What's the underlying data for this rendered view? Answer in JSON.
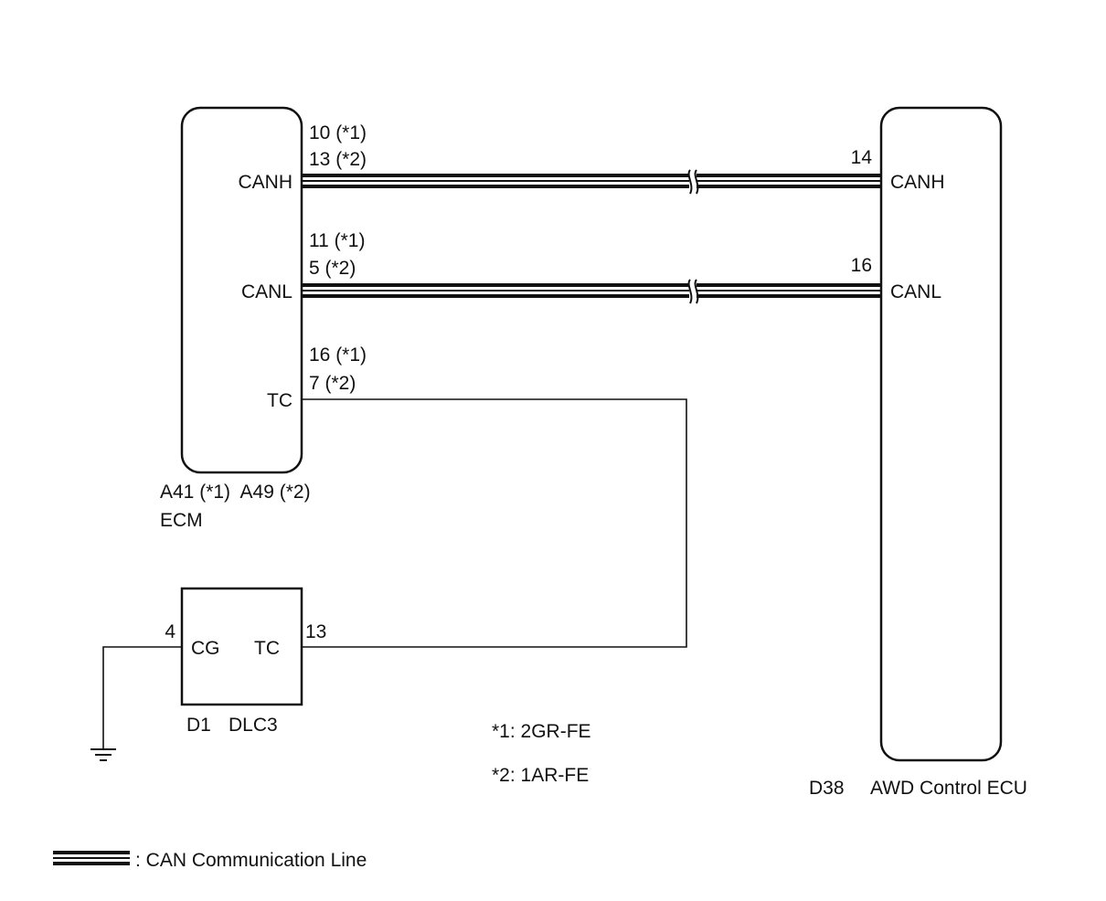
{
  "ecm": {
    "pin_canh_1": "10 (*1)",
    "pin_canh_2": "13 (*2)",
    "canh": "CANH",
    "pin_canl_1": "11 (*1)",
    "pin_canl_2": "5 (*2)",
    "canl": "CANL",
    "pin_tc_1": "16 (*1)",
    "pin_tc_2": "7 (*2)",
    "tc": "TC",
    "code": "A41 (*1)  A49 (*2)",
    "name": "ECM"
  },
  "awd": {
    "pin_canh": "14",
    "canh": "CANH",
    "pin_canl": "16",
    "canl": "CANL",
    "code": "D38",
    "name": "AWD Control ECU"
  },
  "dlc": {
    "pin_cg": "4",
    "cg": "CG",
    "tc": "TC",
    "pin_tc": "13",
    "code": "D1",
    "name": "DLC3"
  },
  "notes": {
    "note1": "*1: 2GR-FE",
    "note2": "*2: 1AR-FE"
  },
  "legend": {
    "can_line": ": CAN Communication Line"
  }
}
